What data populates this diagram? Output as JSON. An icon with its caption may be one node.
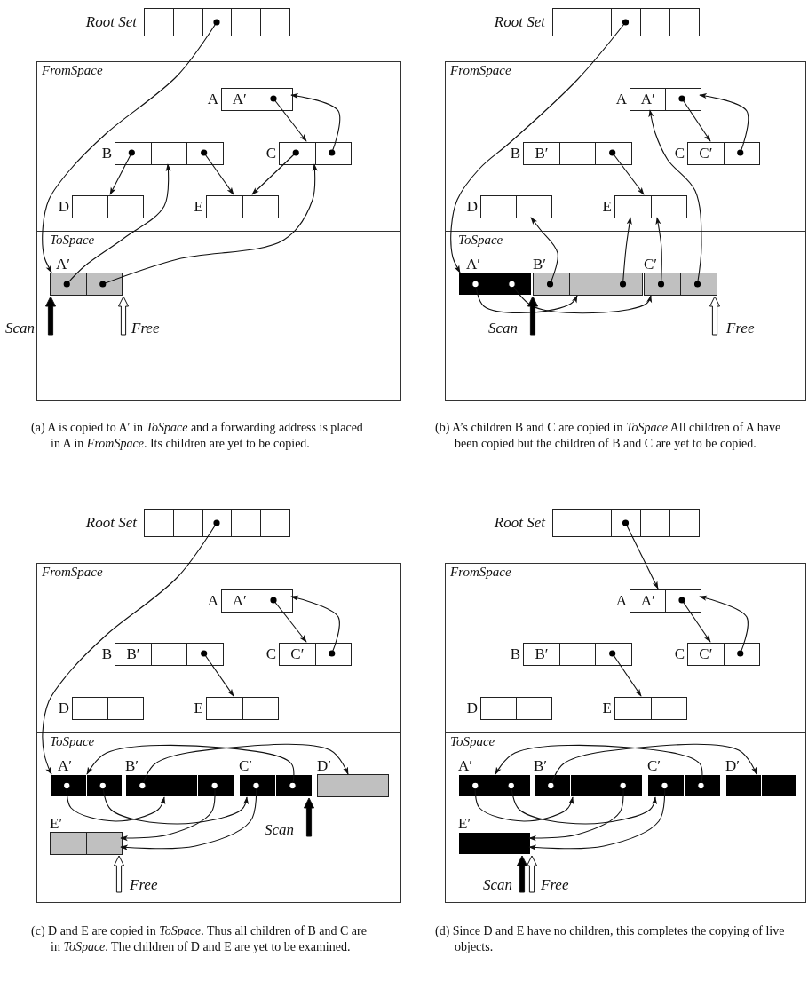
{
  "diagram": {
    "nodes": [
      {
        "text": [
          "Root Set"
        ]
      },
      {
        "text": [],
        "shape": "box",
        "in": 0
      },
      {
        "text": [],
        "shape": "box",
        "in": 0
      },
      {
        "text": [],
        "shape": "box",
        "in": 0
      },
      {
        "text": [],
        "shape": "box",
        "in": 0
      },
      {
        "text": [],
        "shape": "box",
        "in": 0
      },
      {
        "text": [
          "FromSpace"
        ]
      },
      {
        "text": [
          "A"
        ],
        "in": 6
      },
      {
        "text": [
          "A′"
        ],
        "in": 7
      },
      {
        "text": [],
        "shape": "box",
        "in": 7
      },
      {
        "text": [
          "B"
        ],
        "in": 6
      },
      {
        "text": [],
        "shape": "box",
        "in": 10
      },
      {
        "text": [],
        "shape": "box",
        "in": 10
      },
      {
        "text": [],
        "shape": "box",
        "in": 10
      },
      {
        "text": [
          "C"
        ],
        "in": 6
      },
      {
        "text": [],
        "shape": "box",
        "in": 14
      },
      {
        "text": [],
        "shape": "box",
        "in": 14
      },
      {
        "text": [
          "D"
        ],
        "in": 6
      },
      {
        "text": [],
        "shape": "box",
        "in": 17
      },
      {
        "text": [],
        "shape": "box",
        "in": 17
      },
      {
        "text": [
          "E"
        ],
        "in": 6
      },
      {
        "text": [],
        "shape": "box",
        "in": 20
      },
      {
        "text": [],
        "shape": "box",
        "in": 20
      },
      {
        "text": [
          "ToSpace"
        ]
      },
      {
        "text": [
          "A′"
        ],
        "in": 23
      },
      {
        "text": [],
        "shape": "box",
        "in": 24
      },
      {
        "text": [],
        "shape": "box",
        "in": 24
      },
      {
        "text": [
          "Root Set"
        ]
      },
      {
        "text": [],
        "shape": "box",
        "in": 27
      },
      {
        "text": [],
        "shape": "box",
        "in": 27
      },
      {
        "text": [],
        "shape": "box",
        "in": 27
      },
      {
        "text": [],
        "shape": "box",
        "in": 27
      },
      {
        "text": [],
        "shape": "box",
        "in": 27
      },
      {
        "text": [
          "FromSpace"
        ]
      },
      {
        "text": [
          "A"
        ],
        "in": 33
      },
      {
        "text": [
          "A′"
        ],
        "in": 34
      },
      {
        "text": [],
        "shape": "box",
        "in": 34
      },
      {
        "text": [
          "B"
        ],
        "in": 33
      },
      {
        "text": [
          "B′"
        ],
        "in": 37
      },
      {
        "text": [],
        "shape": "box",
        "in": 37
      },
      {
        "text": [],
        "shape": "box",
        "in": 37
      },
      {
        "text": [
          "C"
        ],
        "in": 33
      },
      {
        "text": [
          "C′"
        ],
        "in": 41
      },
      {
        "text": [],
        "shape": "box",
        "in": 41
      },
      {
        "text": [
          "D"
        ],
        "in": 33
      },
      {
        "text": [],
        "shape": "box",
        "in": 44
      },
      {
        "text": [],
        "shape": "box",
        "in": 44
      },
      {
        "text": [
          "E"
        ],
        "in": 33
      },
      {
        "text": [],
        "shape": "box",
        "in": 47
      },
      {
        "text": [],
        "shape": "box",
        "in": 47
      },
      {
        "text": [
          "ToSpace"
        ]
      },
      {
        "text": [
          "A′"
        ],
        "in": 50
      },
      {
        "text": [],
        "shape": "box",
        "in": 51
      },
      {
        "text": [],
        "shape": "box",
        "in": 51
      },
      {
        "text": [
          "B′"
        ],
        "in": 50
      },
      {
        "text": [],
        "shape": "box",
        "in": 54
      },
      {
        "text": [],
        "shape": "box",
        "in": 54
      },
      {
        "text": [],
        "shape": "box",
        "in": 54
      },
      {
        "text": [
          "C′"
        ],
        "in": 50
      },
      {
        "text": [],
        "shape": "box",
        "in": 58
      },
      {
        "text": [],
        "shape": "box",
        "in": 58
      },
      {
        "text": [
          "Root Set"
        ]
      },
      {
        "text": [],
        "shape": "box",
        "in": 61
      },
      {
        "text": [],
        "shape": "box",
        "in": 61
      },
      {
        "text": [],
        "shape": "box",
        "in": 61
      },
      {
        "text": [],
        "shape": "box",
        "in": 61
      },
      {
        "text": [],
        "shape": "box",
        "in": 61
      },
      {
        "text": [
          "FromSpace"
        ]
      },
      {
        "text": [
          "A"
        ],
        "in": 67
      },
      {
        "text": [
          "A′"
        ],
        "in": 68
      },
      {
        "text": [],
        "shape": "box",
        "in": 68
      },
      {
        "text": [
          "B"
        ],
        "in": 67
      },
      {
        "text": [
          "B′"
        ],
        "in": 71
      },
      {
        "text": [],
        "shape": "box",
        "in": 71
      },
      {
        "text": [],
        "shape": "box",
        "in": 71
      },
      {
        "text": [
          "C"
        ],
        "in": 67
      },
      {
        "text": [
          "C′"
        ],
        "in": 75
      },
      {
        "text": [],
        "shape": "box",
        "in": 75
      },
      {
        "text": [
          "D"
        ],
        "in": 67
      },
      {
        "text": [],
        "shape": "box",
        "in": 78
      },
      {
        "text": [],
        "shape": "box",
        "in": 78
      },
      {
        "text": [
          "E"
        ],
        "in": 67
      },
      {
        "text": [],
        "shape": "box",
        "in": 81
      },
      {
        "text": [],
        "shape": "box",
        "in": 81
      },
      {
        "text": [
          "ToSpace"
        ]
      },
      {
        "text": [
          "A′"
        ],
        "in": 84
      },
      {
        "text": [],
        "shape": "box",
        "in": 85
      },
      {
        "text": [],
        "shape": "box",
        "in": 85
      },
      {
        "text": [
          "B′"
        ],
        "in": 84
      },
      {
        "text": [],
        "shape": "box",
        "in": 88
      },
      {
        "text": [],
        "shape": "box",
        "in": 88
      },
      {
        "text": [],
        "shape": "box",
        "in": 88
      },
      {
        "text": [
          "C′"
        ],
        "in": 84
      },
      {
        "text": [],
        "shape": "box",
        "in": 92
      },
      {
        "text": [],
        "shape": "box",
        "in": 92
      },
      {
        "text": [
          "D′"
        ],
        "in": 84
      },
      {
        "text": [],
        "shape": "box",
        "in": 95
      },
      {
        "text": [],
        "shape": "box",
        "in": 95
      },
      {
        "text": [
          "E′"
        ],
        "in": 84
      },
      {
        "text": [],
        "shape": "box",
        "in": 98
      },
      {
        "text": [],
        "shape": "box",
        "in": 98
      },
      {
        "text": [
          "Root Set"
        ]
      },
      {
        "text": [],
        "shape": "box",
        "in": 101
      },
      {
        "text": [],
        "shape": "box",
        "in": 101
      },
      {
        "text": [],
        "shape": "box",
        "in": 101
      },
      {
        "text": [],
        "shape": "box",
        "in": 101
      },
      {
        "text": [],
        "shape": "box",
        "in": 101
      },
      {
        "text": [
          "FromSpace"
        ]
      },
      {
        "text": [
          "A"
        ],
        "in": 107
      },
      {
        "text": [
          "A′"
        ],
        "in": 108
      },
      {
        "text": [],
        "shape": "box",
        "in": 108
      },
      {
        "text": [
          "B"
        ],
        "in": 107
      },
      {
        "text": [
          "B′"
        ],
        "in": 111
      },
      {
        "text": [],
        "shape": "box",
        "in": 111
      },
      {
        "text": [],
        "shape": "box",
        "in": 111
      },
      {
        "text": [
          "C"
        ],
        "in": 107
      },
      {
        "text": [
          "C′"
        ],
        "in": 115
      },
      {
        "text": [],
        "shape": "box",
        "in": 115
      },
      {
        "text": [
          "D"
        ],
        "in": 107
      },
      {
        "text": [],
        "shape": "box",
        "in": 118
      },
      {
        "text": [],
        "shape": "box",
        "in": 118
      },
      {
        "text": [
          "E"
        ],
        "in": 107
      },
      {
        "text": [],
        "shape": "box",
        "in": 121
      },
      {
        "text": [],
        "shape": "box",
        "in": 121
      },
      {
        "text": [
          "ToSpace"
        ]
      },
      {
        "text": [
          "A′"
        ],
        "in": 124
      },
      {
        "text": [],
        "shape": "box",
        "in": 125
      },
      {
        "text": [],
        "shape": "box",
        "in": 125
      },
      {
        "text": [
          "B′"
        ],
        "in": 124
      },
      {
        "text": [],
        "shape": "box",
        "in": 128
      },
      {
        "text": [],
        "shape": "box",
        "in": 128
      },
      {
        "text": [],
        "shape": "box",
        "in": 128
      },
      {
        "text": [
          "C′"
        ],
        "in": 124
      },
      {
        "text": [],
        "shape": "box",
        "in": 132
      },
      {
        "text": [],
        "shape": "box",
        "in": 132
      },
      {
        "text": [
          "D′"
        ],
        "in": 124
      },
      {
        "text": [],
        "shape": "box",
        "in": 135
      },
      {
        "text": [],
        "shape": "box",
        "in": 135
      },
      {
        "text": [
          "E′"
        ],
        "in": 124
      },
      {
        "text": [],
        "shape": "box",
        "in": 138
      },
      {
        "text": [],
        "shape": "box",
        "in": 138
      }
    ],
    "edges": [
      {
        "from": 3,
        "to": 24,
        "arrow": "to"
      },
      {
        "from": 9,
        "to": 14,
        "arrow": "to"
      },
      {
        "from": 16,
        "to": 7,
        "arrow": "to"
      },
      {
        "from": 11,
        "to": 17,
        "arrow": "to"
      },
      {
        "from": 13,
        "to": 20,
        "arrow": "to"
      },
      {
        "from": 15,
        "to": 20,
        "arrow": "to"
      },
      {
        "from": 25,
        "to": 10,
        "arrow": "to"
      },
      {
        "from": 26,
        "to": 14,
        "arrow": "to"
      },
      {
        "from": 30,
        "to": 51,
        "arrow": "to"
      },
      {
        "from": 36,
        "to": 41,
        "arrow": "to"
      },
      {
        "from": 43,
        "to": 34,
        "arrow": "to"
      },
      {
        "from": 40,
        "to": 47,
        "arrow": "to"
      },
      {
        "from": 52,
        "to": 54,
        "arrow": "to"
      },
      {
        "from": 53,
        "to": 58,
        "arrow": "to"
      },
      {
        "from": 55,
        "to": 44,
        "arrow": "to"
      },
      {
        "from": 57,
        "to": 47,
        "arrow": "to"
      },
      {
        "from": 59,
        "to": 47,
        "arrow": "to"
      },
      {
        "from": 60,
        "to": 34,
        "arrow": "to"
      },
      {
        "from": 64,
        "to": 85,
        "arrow": "to"
      },
      {
        "from": 70,
        "to": 75,
        "arrow": "to"
      },
      {
        "from": 77,
        "to": 68,
        "arrow": "to"
      },
      {
        "from": 74,
        "to": 81,
        "arrow": "to"
      },
      {
        "from": 86,
        "to": 88,
        "arrow": "to"
      },
      {
        "from": 87,
        "to": 92,
        "arrow": "to"
      },
      {
        "from": 89,
        "to": 95,
        "arrow": "to"
      },
      {
        "from": 91,
        "to": 98,
        "arrow": "to"
      },
      {
        "from": 93,
        "to": 98,
        "arrow": "to"
      },
      {
        "from": 94,
        "to": 85,
        "arrow": "to"
      },
      {
        "from": 104,
        "to": 108,
        "arrow": "to"
      },
      {
        "from": 110,
        "to": 115,
        "arrow": "to"
      },
      {
        "from": 117,
        "to": 108,
        "arrow": "to"
      },
      {
        "from": 114,
        "to": 121,
        "arrow": "to"
      },
      {
        "from": 126,
        "to": 128,
        "arrow": "to"
      },
      {
        "from": 127,
        "to": 132,
        "arrow": "to"
      },
      {
        "from": 129,
        "to": 135,
        "arrow": "to"
      },
      {
        "from": 131,
        "to": 138,
        "arrow": "to"
      },
      {
        "from": 133,
        "to": 138,
        "arrow": "to"
      },
      {
        "from": 134,
        "to": 125,
        "arrow": "to"
      },
      {
        "from": null,
        "to": 25,
        "arrow": "to",
        "style": "thick"
      },
      {
        "from": null,
        "to": 26,
        "arrow": "to",
        "style": "thick"
      },
      {
        "from": null,
        "to": 55,
        "arrow": "to",
        "style": "thick"
      },
      {
        "from": null,
        "to": 60,
        "arrow": "to",
        "style": "thick"
      },
      {
        "from": null,
        "to": 94,
        "arrow": "to",
        "style": "thick"
      },
      {
        "from": null,
        "to": 100,
        "arrow": "to",
        "style": "thick"
      },
      {
        "from": null,
        "to": 140,
        "arrow": "to",
        "style": "thick"
      },
      {
        "from": null,
        "to": 140,
        "arrow": "to",
        "style": "thick"
      }
    ],
    "labels": [
      "Scan",
      "Free",
      "Scan",
      "Free",
      "(a) A is copied to A′ in *ToSpace* and a forwarding address is placed in A in *FromSpace*. Its children are yet to be copied.",
      "(b) A’s children B and C are copied in *ToSpace* All children of A have been copied but the children of B and C are yet to be copied.",
      "Scan",
      "Free",
      "Scan",
      "Free",
      "(c) D and E are copied in *ToSpace*. Thus all children of B and C are in *ToSpace*. The children of D and E are yet to be examined.",
      "(d) Since D and E have no children, this completes the copying of live objects."
    ]
  }
}
